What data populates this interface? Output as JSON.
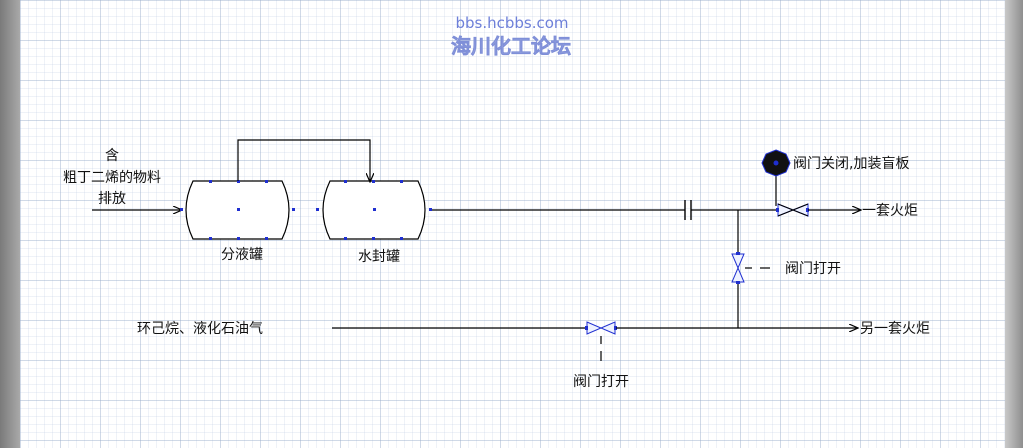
{
  "watermark": {
    "url": "bbs.hcbbs.com",
    "site": "海川化工论坛"
  },
  "labels": {
    "feed_line1": "含",
    "feed_line2": "粗丁二烯的物料",
    "feed_line3": "排放",
    "separator_tank": "分液罐",
    "seal_tank": "水封罐",
    "valve_closed_note": "阀门关闭,加装盲板",
    "flare_1": "一套火炬",
    "valve_open_right": "阀门打开",
    "feed2": "环己烷、液化石油气",
    "flare_2": "另一套火炬",
    "valve_open_bottom": "阀门打开"
  },
  "colors": {
    "line": "#000000",
    "connection_point": "#1f2fd0",
    "valve_fill": "#eef2ff",
    "blind_plate": "#111111"
  }
}
